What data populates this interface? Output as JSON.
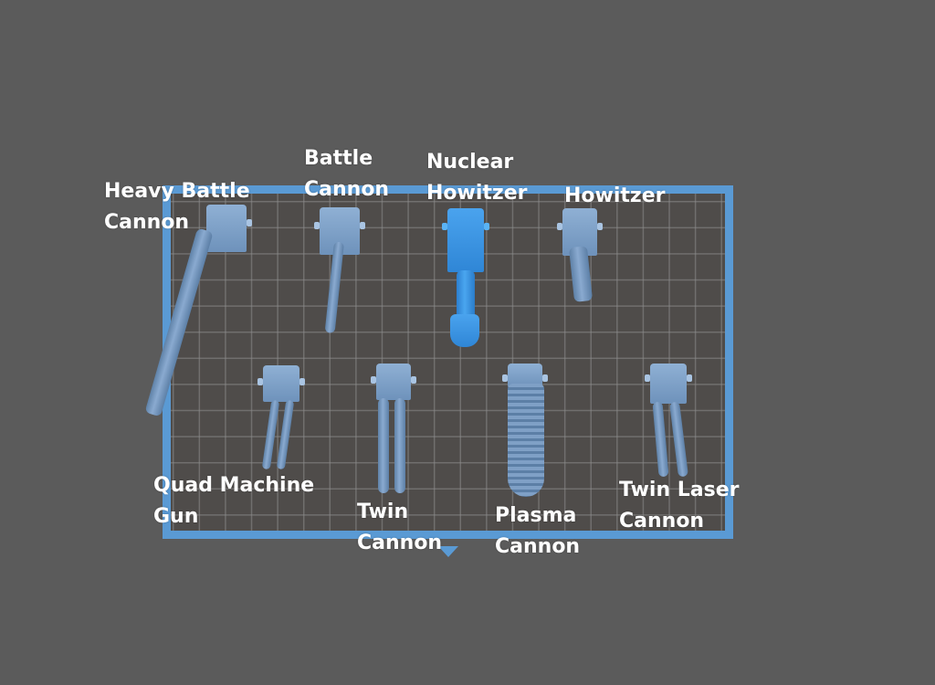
{
  "scene": {
    "background_color": "#5b5b5b",
    "grid_frame": {
      "border_color": "#5a9ad4",
      "fill_color": "#4f4c4a",
      "grid_line_color": "#8c8c8c"
    },
    "selected_part": "Nuclear Howitzer",
    "selected_color": "#3a8fd8",
    "part_color": "#7b9cc4"
  },
  "weapons": [
    {
      "id": "heavy-battle-cannon",
      "label_line1": "Heavy Battle",
      "label_line2": "Cannon",
      "selected": false
    },
    {
      "id": "battle-cannon",
      "label_line1": "Battle",
      "label_line2": "Cannon",
      "selected": false
    },
    {
      "id": "nuclear-howitzer",
      "label_line1": "Nuclear",
      "label_line2": "Howitzer",
      "selected": true
    },
    {
      "id": "howitzer",
      "label_line1": "Howitzer",
      "label_line2": "",
      "selected": false
    },
    {
      "id": "quad-machine-gun",
      "label_line1": "Quad Machine",
      "label_line2": "Gun",
      "selected": false
    },
    {
      "id": "twin-cannon",
      "label_line1": "Twin",
      "label_line2": "Cannon",
      "selected": false
    },
    {
      "id": "plasma-cannon",
      "label_line1": "Plasma",
      "label_line2": "Cannon",
      "selected": false
    },
    {
      "id": "twin-laser-cannon",
      "label_line1": "Twin Laser",
      "label_line2": "Cannon",
      "selected": false
    }
  ]
}
